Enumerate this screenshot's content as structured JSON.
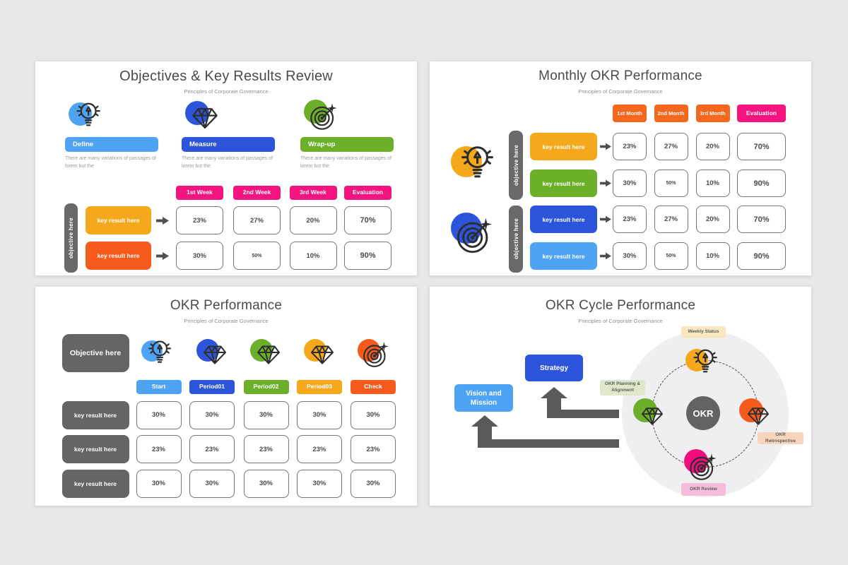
{
  "slide1": {
    "title": "Objectives & Key Results Review",
    "subtitle": "Principles of Corporate Governance",
    "columns": [
      {
        "label": "Define",
        "color": "#4FA3F3",
        "desc": "There are many variations of passages of lorem but the"
      },
      {
        "label": "Measure",
        "color": "#2D55DB",
        "desc": "There are many variations of passages of lorem but the"
      },
      {
        "label": "Wrap-up",
        "color": "#6CB02A",
        "desc": "There are many variations of passages of lorem but the"
      }
    ],
    "header_color": "#F5137F",
    "headers": [
      "1st Week",
      "2nd Week",
      "3rd Week",
      "Evaluation"
    ],
    "objective_label": "objective here",
    "rows": [
      {
        "label": "key result here",
        "color": "#F6A81C",
        "values": [
          "23%",
          "27%",
          "20%",
          "70%"
        ]
      },
      {
        "label": "key result here",
        "color": "#F65A1D",
        "values": [
          "30%",
          "50%",
          "10%",
          "90%"
        ]
      }
    ]
  },
  "slide2": {
    "title": "Monthly OKR Performance",
    "subtitle": "Principles of Corporate Governance",
    "month_color": "#F4671D",
    "eval_color": "#F5137F",
    "headers": [
      "1st Month",
      "2nd Month",
      "3rd Month",
      "Evaluation"
    ],
    "groups": [
      {
        "objective_label": "objective here",
        "icon_color": "#F6A81C",
        "rows": [
          {
            "label": "key result here",
            "color": "#F6A81C",
            "values": [
              "23%",
              "27%",
              "20%",
              "70%"
            ]
          },
          {
            "label": "key result here",
            "color": "#6CB02A",
            "values": [
              "30%",
              "50%",
              "10%",
              "90%"
            ]
          }
        ]
      },
      {
        "objective_label": "objective here",
        "icon_color": "#2D55DB",
        "rows": [
          {
            "label": "key result here",
            "color": "#2D55DB",
            "values": [
              "23%",
              "27%",
              "20%",
              "70%"
            ]
          },
          {
            "label": "key result here",
            "color": "#4FA3F3",
            "values": [
              "30%",
              "50%",
              "10%",
              "90%"
            ]
          }
        ]
      }
    ]
  },
  "slide3": {
    "title": "OKR Performance",
    "subtitle": "Principles of Corporate Governance",
    "objective_label": "Objective here",
    "columns": [
      {
        "header": "Start",
        "color": "#4FA3F3"
      },
      {
        "header": "Period01",
        "color": "#2D55DB"
      },
      {
        "header": "Period02",
        "color": "#6CB02A"
      },
      {
        "header": "Period03",
        "color": "#F6A81C"
      },
      {
        "header": "Check",
        "color": "#F65A1D"
      }
    ],
    "rows": [
      {
        "label": "key result here",
        "values": [
          "30%",
          "30%",
          "30%",
          "30%",
          "30%"
        ]
      },
      {
        "label": "key result here",
        "values": [
          "23%",
          "23%",
          "23%",
          "23%",
          "23%"
        ]
      },
      {
        "label": "key result here",
        "values": [
          "30%",
          "30%",
          "30%",
          "30%",
          "30%"
        ]
      }
    ]
  },
  "slide4": {
    "title": "OKR Cycle Performance",
    "subtitle": "Principles of Corporate Governance",
    "strategy_label": "Strategy",
    "strategy_color": "#2D55DB",
    "vision_label": "Vision and Mission",
    "vision_color": "#4FA3F3",
    "center_label": "OKR",
    "labels": {
      "top": {
        "text": "Weekly Status",
        "bg": "#F8E7C0"
      },
      "left": {
        "text": "OKR Planning & Alignment",
        "bg": "#DDE9C9"
      },
      "right": {
        "text": "OKR Retrospective",
        "bg": "#F9D5BE"
      },
      "bottom": {
        "text": "OKR Review",
        "bg": "#F6BCDC"
      }
    },
    "icon_colors": {
      "top": "#F6A81C",
      "left": "#6CB02A",
      "right": "#F65A1D",
      "bottom": "#F20C7E"
    }
  }
}
